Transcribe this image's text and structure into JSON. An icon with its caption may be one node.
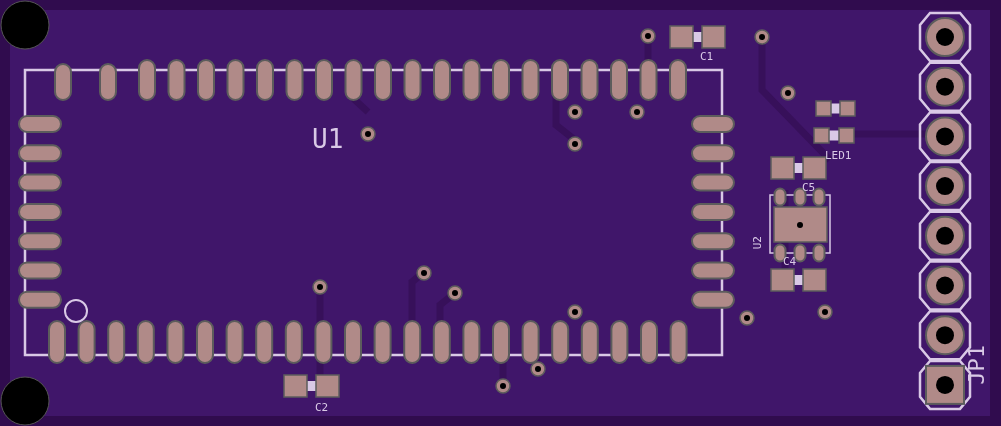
{
  "diagram": {
    "labels": [
      "U1",
      "C1",
      "LED1",
      "C5",
      "U2",
      "C4",
      "C2",
      "JP1"
    ]
  }
}
